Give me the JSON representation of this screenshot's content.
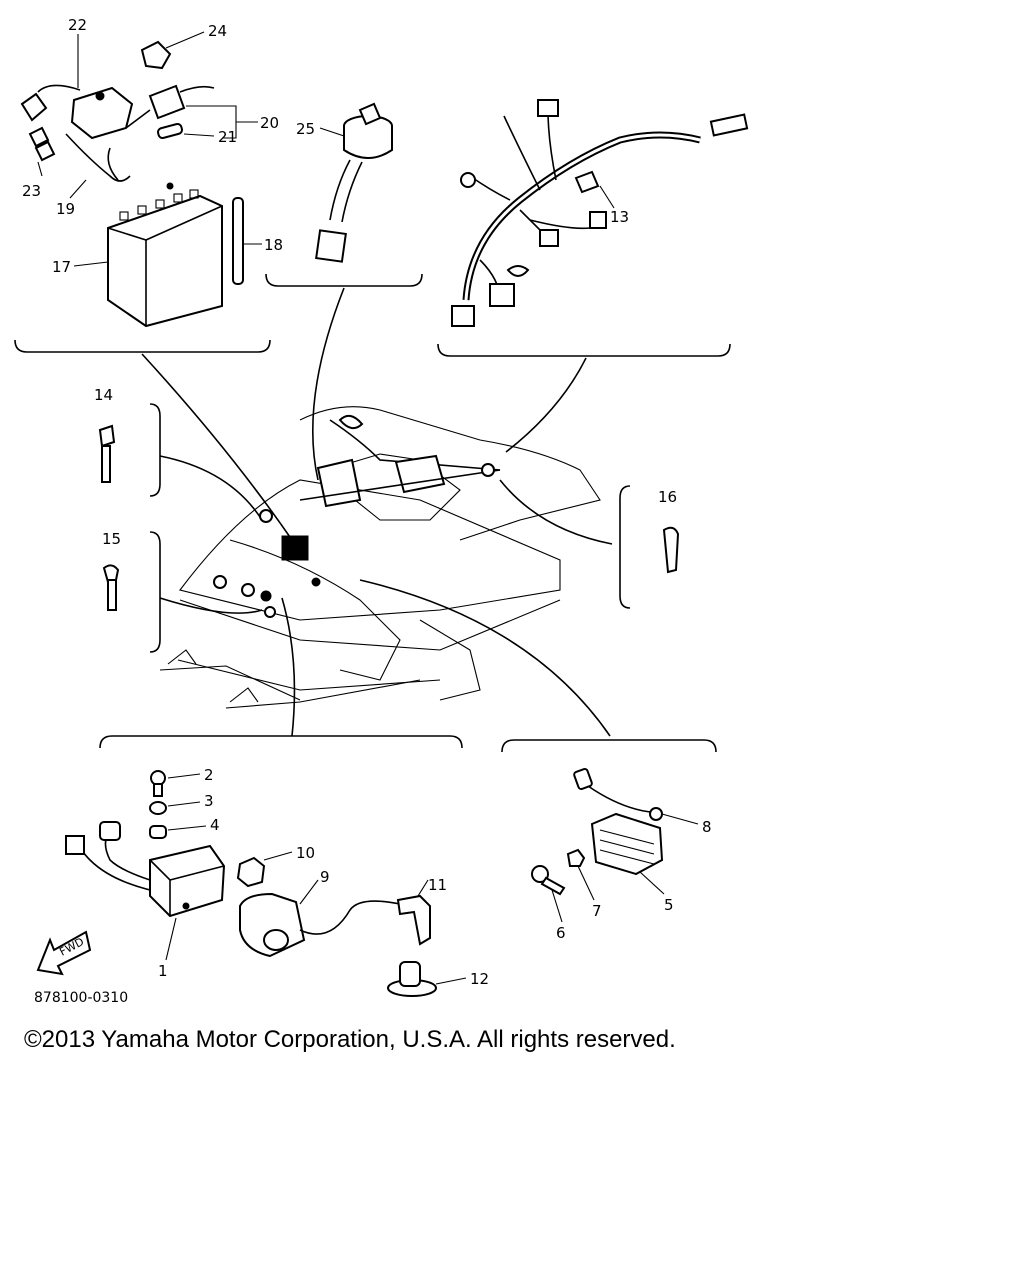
{
  "diagram": {
    "drawing_code": "878100-0310",
    "fwd_label": "FWD",
    "callouts": [
      {
        "id": "c1",
        "text": "1"
      },
      {
        "id": "c2",
        "text": "2"
      },
      {
        "id": "c3",
        "text": "3"
      },
      {
        "id": "c4",
        "text": "4"
      },
      {
        "id": "c5",
        "text": "5"
      },
      {
        "id": "c6",
        "text": "6"
      },
      {
        "id": "c7",
        "text": "7"
      },
      {
        "id": "c8",
        "text": "8"
      },
      {
        "id": "c9",
        "text": "9"
      },
      {
        "id": "c10",
        "text": "10"
      },
      {
        "id": "c11",
        "text": "11"
      },
      {
        "id": "c12",
        "text": "12"
      },
      {
        "id": "c13",
        "text": "13"
      },
      {
        "id": "c14",
        "text": "14"
      },
      {
        "id": "c15",
        "text": "15"
      },
      {
        "id": "c16",
        "text": "16"
      },
      {
        "id": "c17",
        "text": "17"
      },
      {
        "id": "c18",
        "text": "18"
      },
      {
        "id": "c19",
        "text": "19"
      },
      {
        "id": "c20",
        "text": "20"
      },
      {
        "id": "c21",
        "text": "21"
      },
      {
        "id": "c22",
        "text": "22"
      },
      {
        "id": "c23",
        "text": "23"
      },
      {
        "id": "c24",
        "text": "24"
      },
      {
        "id": "c25",
        "text": "25"
      }
    ]
  },
  "footer": {
    "copyright": "©2013 Yamaha Motor Corporation, U.S.A. All rights reserved."
  }
}
